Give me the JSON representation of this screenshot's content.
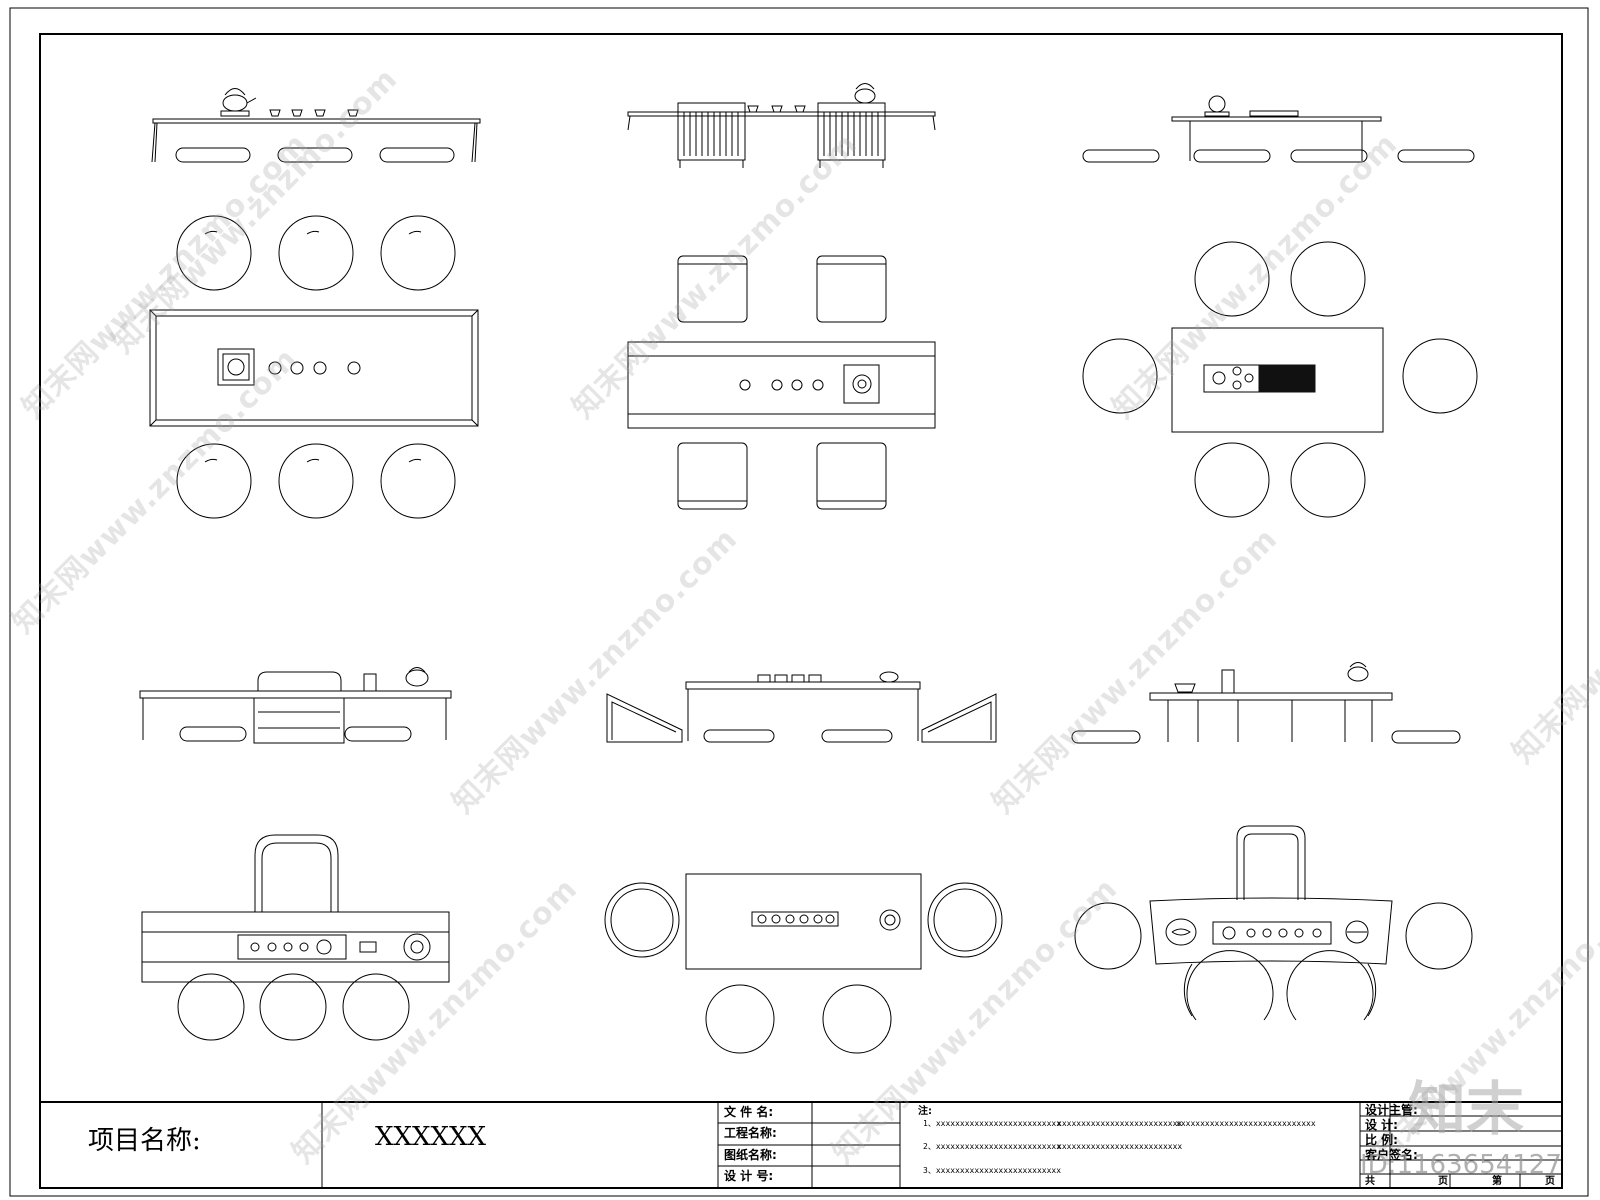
{
  "watermark": {
    "text": "知末网www.znzmo.com"
  },
  "logo": {
    "brand": "知末",
    "id_text": "ID:1163654127"
  },
  "title_block": {
    "project_label": "项目名称:",
    "project_value": "XXXXXX",
    "fields": [
      "文 件 名:",
      "工程名称:",
      "图纸名称:",
      "设 计 号:"
    ],
    "notes_label": "注:",
    "notes": [
      [
        "1、xxxxxxxxxxxxxxxxxxxxxxxxxx",
        "xxxxxxxxxxxxxxxxxxxxxxxxxx",
        "xxxxxxxxxxxxxxxxxxxxxxxxxxxxx"
      ],
      [
        "2、xxxxxxxxxxxxxxxxxxxxxxxxxx",
        "xxxxxxxxxxxxxxxxxxxxxxxxxx"
      ],
      [
        "3、xxxxxxxxxxxxxxxxxxxxxxxxxx"
      ]
    ],
    "right_fields": [
      "设计主管:",
      "设    计:",
      "比    例:",
      "客户签名:",
      "共",
      "页",
      "第",
      "页"
    ]
  },
  "colors": {
    "line": "#000000",
    "paper": "#ffffff",
    "dark_panel": "#111111",
    "watermark": "#a0a0a0"
  }
}
